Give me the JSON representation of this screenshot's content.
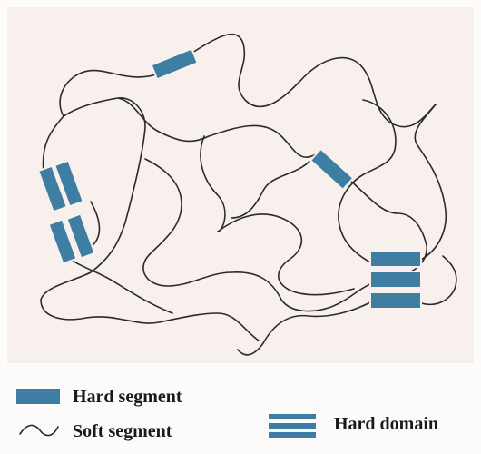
{
  "colors": {
    "hard_segment": "#3f7ea3",
    "soft_segment": "#2b2b2b",
    "background": "#f8f0ec"
  },
  "legend": {
    "hard_segment": "Hard segment",
    "soft_segment": "Soft segment",
    "hard_domain": "Hard domain"
  }
}
